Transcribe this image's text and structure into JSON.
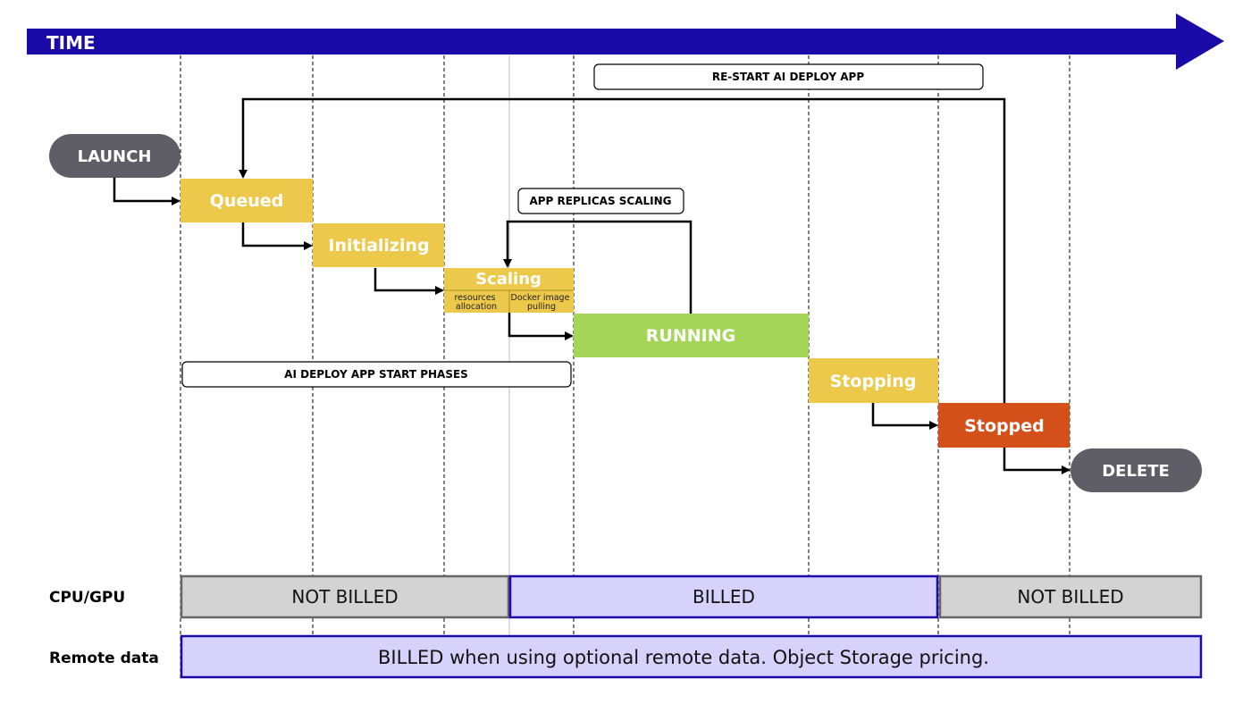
{
  "timeline": {
    "label": "TIME",
    "color": "#1a0aa8"
  },
  "notes": {
    "restart": "RE-START AI DEPLOY APP",
    "replicas_scaling": "APP REPLICAS SCALING",
    "start_phases": "AI DEPLOY APP START PHASES"
  },
  "endpoints": {
    "launch": "LAUNCH",
    "delete": "DELETE",
    "color": "#5f5e66"
  },
  "phases": {
    "queued": {
      "label": "Queued",
      "color": "#ecc94b"
    },
    "initializing": {
      "label": "Initializing",
      "color": "#ecc94b"
    },
    "scaling": {
      "label": "Scaling",
      "color": "#ecc94b",
      "sub_left": [
        "resources",
        "allocation"
      ],
      "sub_right": [
        "Docker image",
        "pulling"
      ]
    },
    "running": {
      "label": "RUNNING",
      "color": "#a5d65a"
    },
    "stopping": {
      "label": "Stopping",
      "color": "#ecc94b"
    },
    "stopped": {
      "label": "Stopped",
      "color": "#d4501b"
    }
  },
  "billing": {
    "cpu_gpu": {
      "label": "CPU/GPU",
      "segments": [
        {
          "text": "NOT BILLED",
          "state": "not-billed"
        },
        {
          "text": "BILLED",
          "state": "billed"
        },
        {
          "text": "NOT BILLED",
          "state": "not-billed"
        }
      ]
    },
    "remote_data": {
      "label": "Remote data",
      "text": "BILLED when using optional remote data. Object Storage pricing."
    },
    "colors": {
      "billed_fill": "#d6d2fb",
      "billed_border": "#1a0aa8",
      "not_billed_fill": "#d3d3d3",
      "not_billed_border": "#666666"
    }
  }
}
